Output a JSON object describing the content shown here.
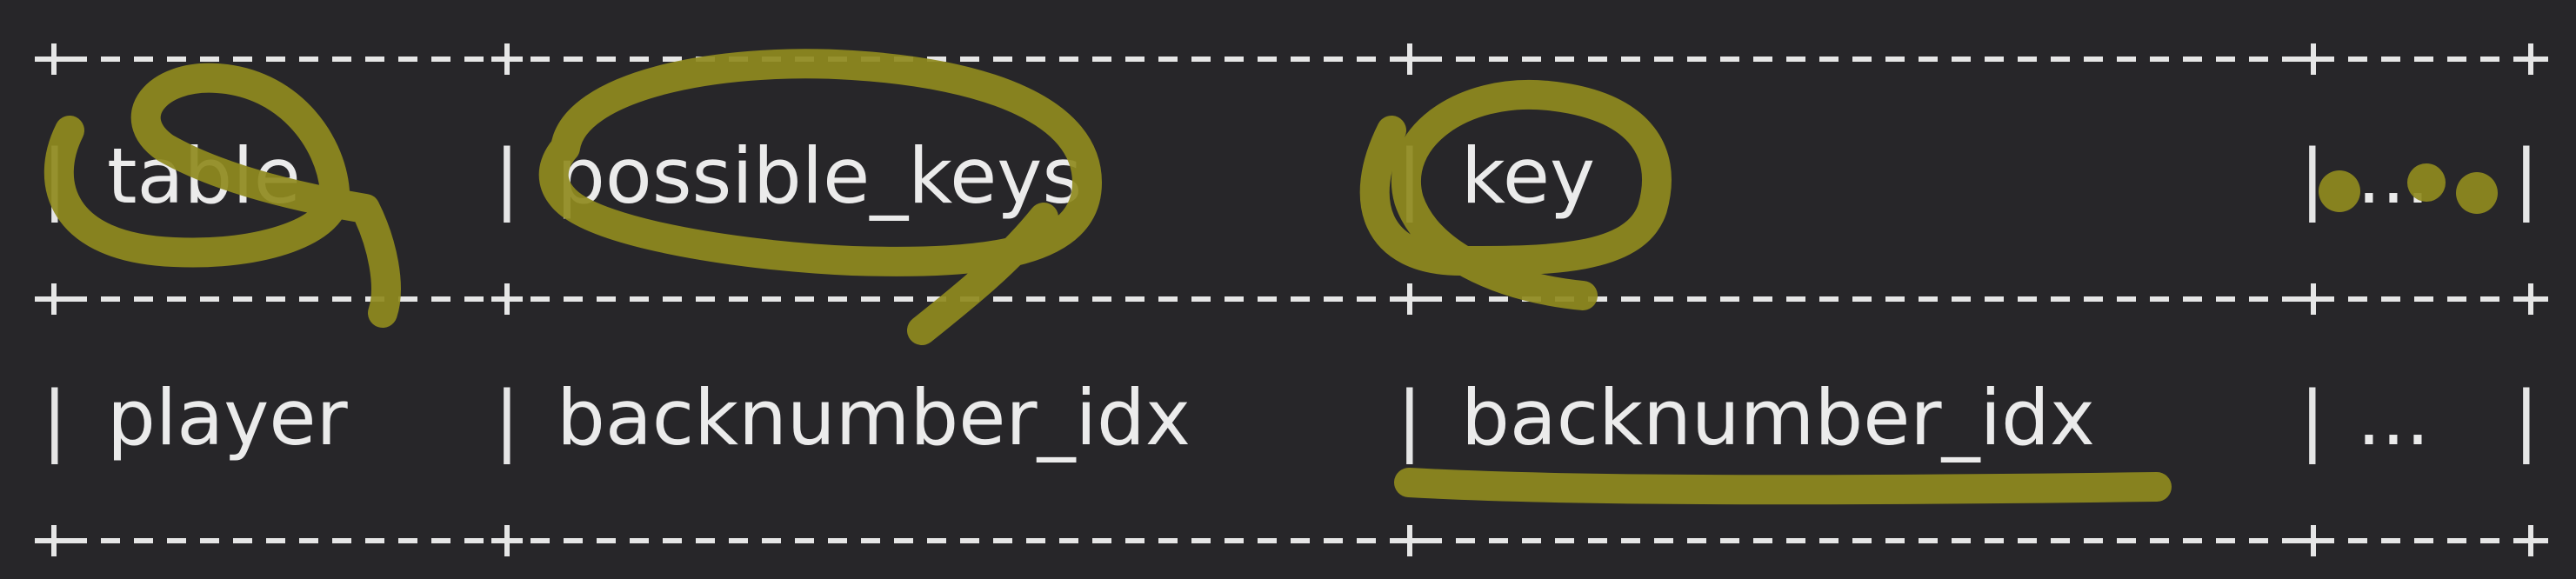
{
  "table": {
    "columns": [
      "table",
      "possible_keys",
      "key",
      "..."
    ],
    "rows": [
      [
        "player",
        "backnumber_idx",
        "backnumber_idx",
        "..."
      ]
    ]
  },
  "annotation": {
    "color": "#8f8a1e",
    "marks": [
      "circle-table-header",
      "circle-possible-keys-header",
      "circle-key-header",
      "dots-ellipsis-header",
      "underline-key-value"
    ]
  },
  "colors": {
    "background": "#272629",
    "text": "#ebebeb"
  }
}
